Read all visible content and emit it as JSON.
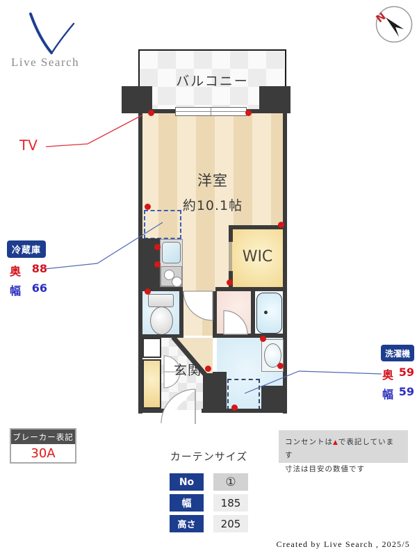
{
  "brand": {
    "name": "Live Search"
  },
  "compass": {
    "label": "N"
  },
  "floorplan": {
    "balcony": "バルコニー",
    "room": "洋室",
    "room_size": "約10.1帖",
    "wic": "WIC",
    "entrance": "玄関"
  },
  "tv": {
    "label": "TV"
  },
  "fridge": {
    "title": "冷蔵庫",
    "rows": [
      {
        "label": "奥",
        "value": "88"
      },
      {
        "label": "幅",
        "value": "66"
      }
    ]
  },
  "washer": {
    "title": "洗濯機",
    "rows": [
      {
        "label": "奥",
        "value": "59"
      },
      {
        "label": "幅",
        "value": "59"
      }
    ]
  },
  "breaker": {
    "title": "ブレーカー表記",
    "value": "30A"
  },
  "curtain": {
    "title": "カーテンサイズ",
    "rows": [
      {
        "label": "No",
        "value": "①"
      },
      {
        "label": "幅",
        "value": "185"
      },
      {
        "label": "高さ",
        "value": "205"
      }
    ]
  },
  "note": {
    "line1_prefix": "コンセントは",
    "symbol": "▲",
    "line1_suffix": "で表記しています",
    "line2": "寸法は目安の数値です"
  },
  "footer": {
    "credit": "Created by Live Search , 2025/5"
  },
  "colors": {
    "label_navy": "#1d3d8e",
    "dimension_red": "#d51420",
    "dimension_blue": "#2b2fc0",
    "outlet_red": "#d51717",
    "wall": "#3b3b3b",
    "wic_yellow": "#f2d78b",
    "water_blue": "#cfe8f4"
  }
}
